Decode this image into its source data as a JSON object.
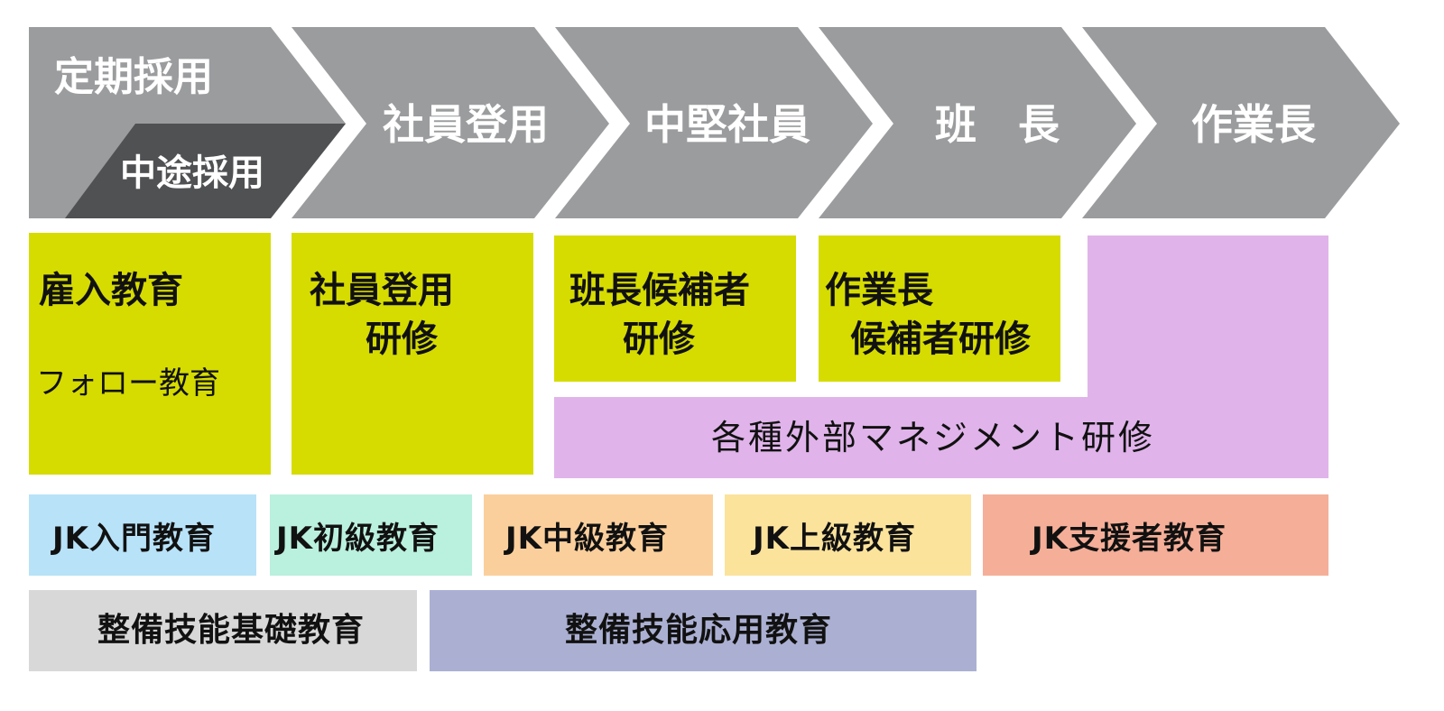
{
  "stages": {
    "regular": "定期採用",
    "midcareer": "中途採用",
    "employee": "社員登用",
    "mid_level": "中堅社員",
    "team_leader": "班　長",
    "foreman": "作業長"
  },
  "programs": {
    "hiring_edu": "雇入教育",
    "followup_edu": "フォロー教育",
    "employee_training_1": "社員登用",
    "employee_training_2": "研修",
    "leader_cand_1": "班長候補者",
    "leader_cand_2": "研修",
    "foreman_cand_1": "作業長",
    "foreman_cand_2": "候補者研修",
    "external_mgmt": "各種外部マネジメント研修"
  },
  "jk": {
    "intro": "JK入門教育",
    "beginner": "JK初級教育",
    "intermediate": "JK中級教育",
    "advanced": "JK上級教育",
    "supporter": "JK支援者教育"
  },
  "maintenance": {
    "basic": "整備技能基礎教育",
    "applied": "整備技能応用教育"
  },
  "colors": {
    "stage_gray": "#9b9c9e",
    "stage_dark": "#505153",
    "training_yellow": "#d6dc00",
    "mgmt_purple": "#e0b4ea",
    "jk_intro": "#b8e2f8",
    "jk_beginner": "#baf0de",
    "jk_intermediate": "#fbcf9c",
    "jk_advanced": "#fbe39c",
    "jk_supporter": "#f5ae98",
    "maint_basic": "#d8d8d8",
    "maint_applied": "#abb0d3"
  }
}
